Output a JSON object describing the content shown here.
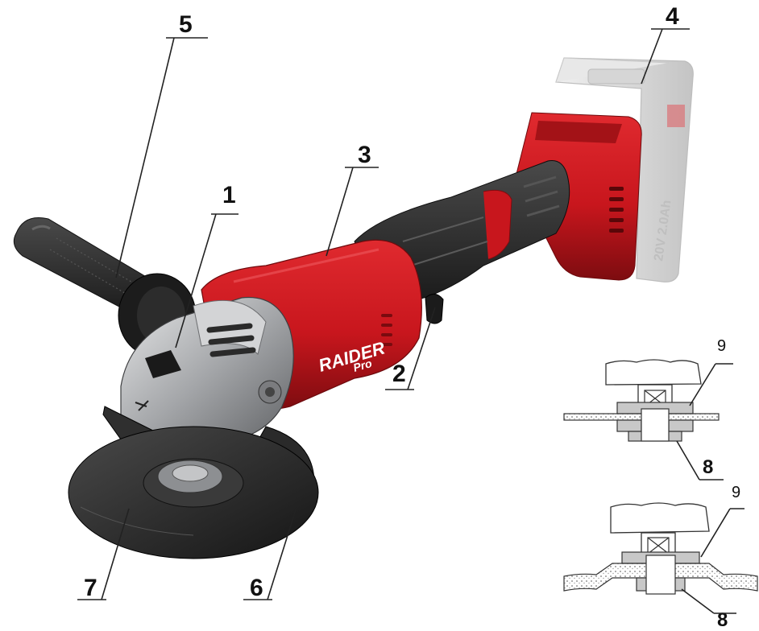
{
  "brand": {
    "name": "RAIDER",
    "sub": "Pro"
  },
  "battery": {
    "text": "20V 2.0Ah"
  },
  "callouts": {
    "c1": "1",
    "c2": "2",
    "c3": "3",
    "c4": "4",
    "c5": "5",
    "c6": "6",
    "c7": "7"
  },
  "detail_top": {
    "label_flange": "9",
    "label_nut": "8"
  },
  "detail_bottom": {
    "label_flange": "9",
    "label_nut": "8"
  },
  "colors": {
    "body_red": "#c8161d",
    "dark_red": "#8e0f14",
    "grip_black": "#2b2b2b",
    "metal": "#a9abae",
    "battery": "#d9d9d9"
  }
}
